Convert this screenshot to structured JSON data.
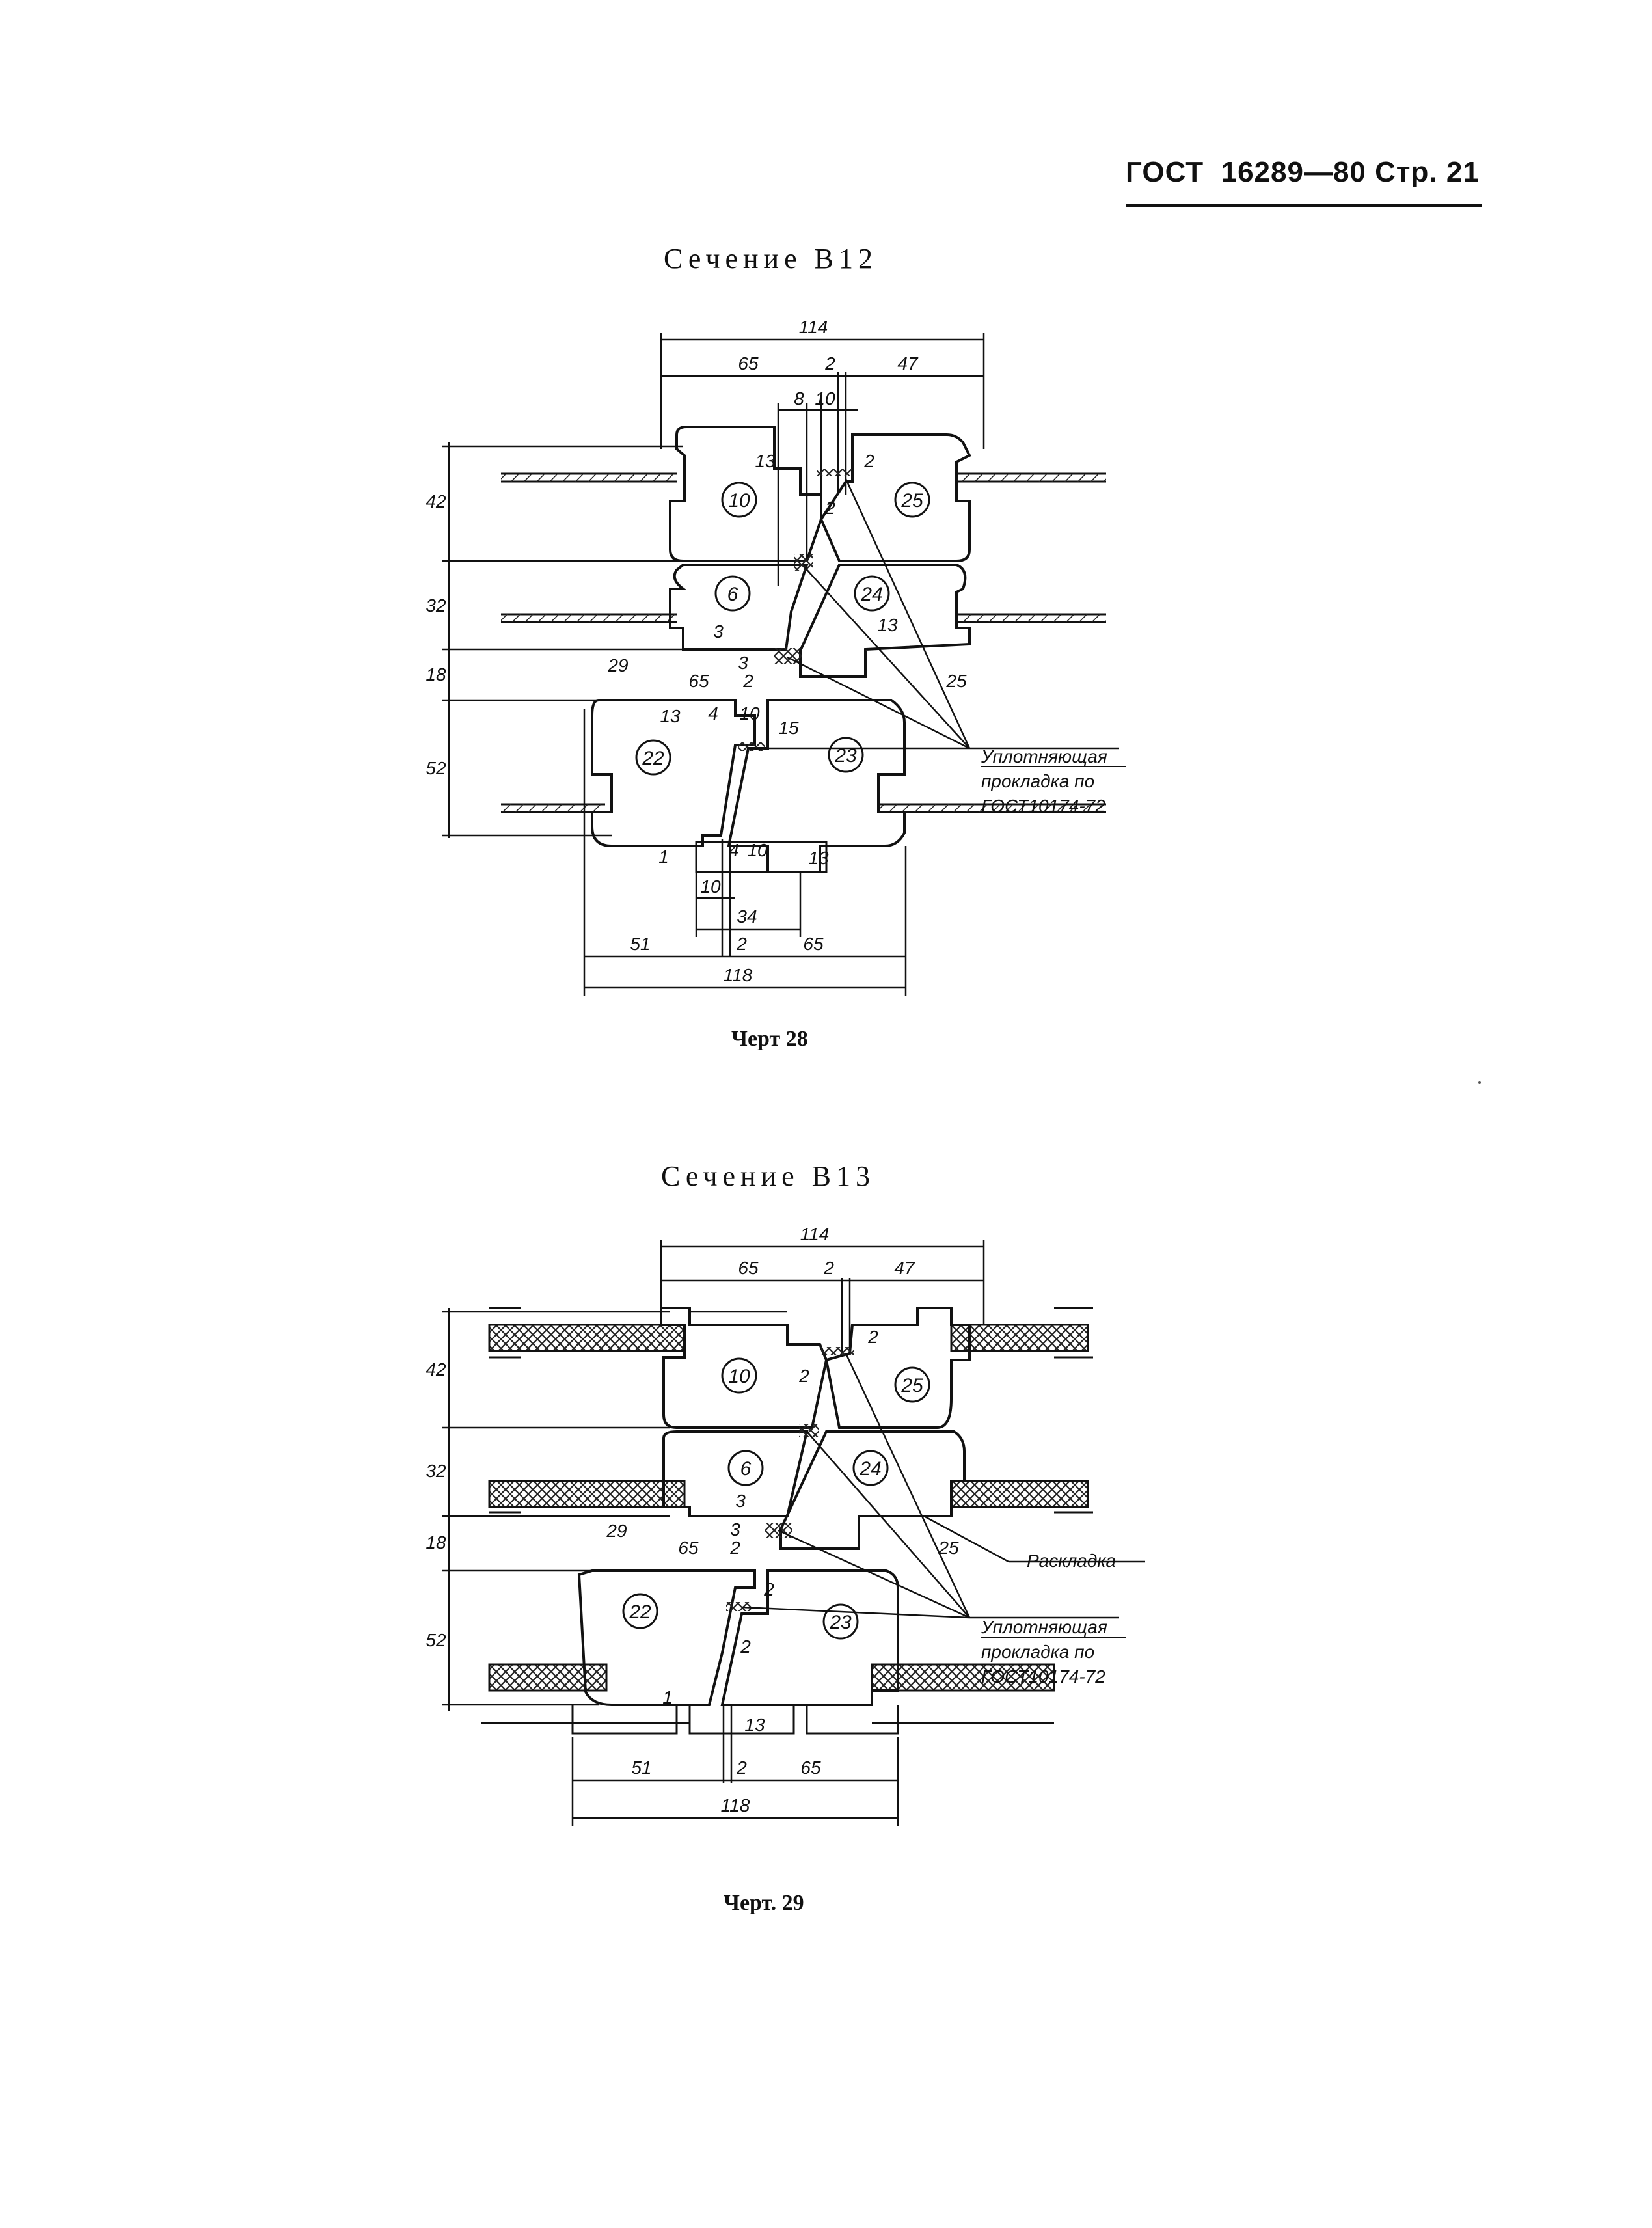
{
  "header": {
    "standard": "ГОСТ",
    "number": "16289—80",
    "page_label": "Стр.",
    "page_number": "21"
  },
  "figure1": {
    "title": "Сечение В12",
    "caption": "Черт 28",
    "parts": [
      "10",
      "25",
      "6",
      "24",
      "22",
      "23"
    ],
    "note_lines": [
      "Уплотняющая",
      "прокладка по",
      "ГОСТ10174-72"
    ],
    "dims": {
      "top_total": "114",
      "top_left": "65",
      "top_gap": "2",
      "top_right": "47",
      "d8": "8",
      "d10": "10",
      "d13a": "13",
      "d2a": "2",
      "d2b": "2",
      "h42": "42",
      "h32": "32",
      "h18": "18",
      "h52": "52",
      "d3a": "3",
      "d3b": "3",
      "d13b": "13",
      "d29": "29",
      "d65b": "65",
      "d2c": "2",
      "d25": "25",
      "d13c": "13",
      "d4": "4",
      "d10b": "10",
      "d15": "15",
      "d1": "1",
      "d4b": "4",
      "d10c": "10",
      "d13d": "13",
      "d10d": "10",
      "d34": "34",
      "bot_left": "51",
      "bot_gap": "2",
      "bot_right": "65",
      "bot_total": "118"
    }
  },
  "figure2": {
    "title": "Сечение В13",
    "caption": "Черт. 29",
    "parts": [
      "10",
      "25",
      "6",
      "24",
      "22",
      "23"
    ],
    "label_spacer": "Раскладка",
    "note_lines": [
      "Уплотняющая",
      "прокладка по",
      "ГОСТ10174-72"
    ],
    "dims": {
      "top_total": "114",
      "top_left": "65",
      "top_gap": "2",
      "top_right": "47",
      "d2a": "2",
      "d2b": "2",
      "h42": "42",
      "h32": "32",
      "h18": "18",
      "h52": "52",
      "d3a": "3",
      "d3b": "3",
      "d2c": "2",
      "d29": "29",
      "d65b": "65",
      "d25": "25",
      "d2d": "2",
      "d2e": "2",
      "d1": "1",
      "d13": "13",
      "bot_left": "51",
      "bot_gap": "2",
      "bot_right": "65",
      "bot_total": "118"
    }
  }
}
